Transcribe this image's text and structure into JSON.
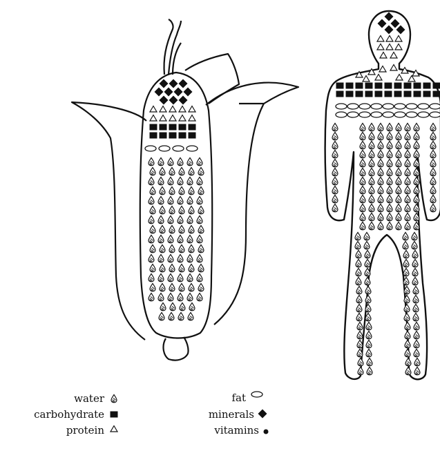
{
  "legend": {
    "items": [
      {
        "key": "water",
        "label": "water",
        "icon": "water-drop-icon"
      },
      {
        "key": "carbohydrate",
        "label": "carbohydrate",
        "icon": "square-icon"
      },
      {
        "key": "protein",
        "label": "protein",
        "icon": "triangle-outline-icon"
      },
      {
        "key": "fat",
        "label": "fat",
        "icon": "oval-outline-icon"
      },
      {
        "key": "minerals",
        "label": "minerals",
        "icon": "diamond-icon"
      },
      {
        "key": "vitamins",
        "label": "vitamins",
        "icon": "dot-icon"
      }
    ]
  },
  "colors": {
    "ink": "#111111",
    "background": "#ffffff"
  }
}
